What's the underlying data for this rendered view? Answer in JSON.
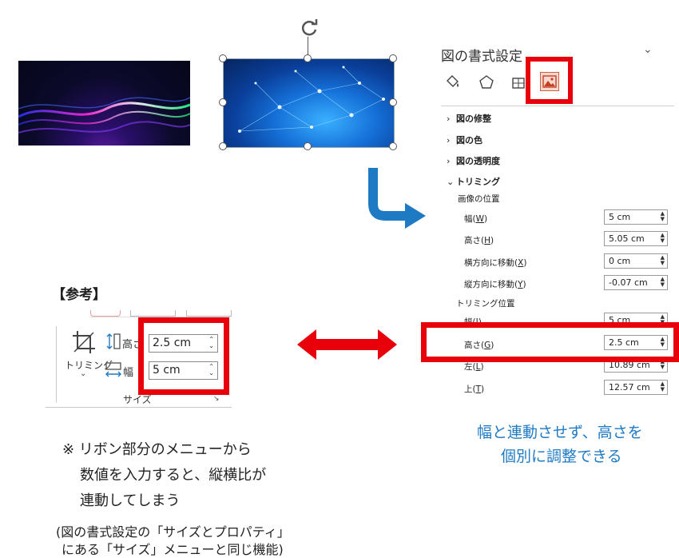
{
  "panel": {
    "title": "図の書式設定",
    "tabs": [
      "fill-line-icon",
      "effects-icon",
      "size-properties-icon",
      "picture-icon"
    ],
    "sections": [
      {
        "label": "図の修整",
        "expanded": false
      },
      {
        "label": "図の色",
        "expanded": false
      },
      {
        "label": "図の透明度",
        "expanded": false
      },
      {
        "label": "トリミング",
        "expanded": true
      }
    ],
    "image_position_label": "画像の位置",
    "image_position": [
      {
        "label": "幅(",
        "key": "W",
        "suffix": ")",
        "value": "5 cm"
      },
      {
        "label": "高さ(",
        "key": "H",
        "suffix": ")",
        "value": "5.05 cm"
      },
      {
        "label": "横方向に移動(",
        "key": "X",
        "suffix": ")",
        "value": "0 cm"
      },
      {
        "label": "縦方向に移動(",
        "key": "Y",
        "suffix": ")",
        "value": "-0.07 cm"
      }
    ],
    "crop_position_label": "トリミング位置",
    "crop_position": [
      {
        "label": "幅(",
        "key": "I",
        "suffix": ")",
        "value": "5 cm"
      },
      {
        "label": "高さ(",
        "key": "G",
        "suffix": ")",
        "value": "2.5 cm"
      },
      {
        "label": "左(",
        "key": "L",
        "suffix": ")",
        "value": "10.89 cm"
      },
      {
        "label": "上(",
        "key": "T",
        "suffix": ")",
        "value": "12.57 cm"
      }
    ]
  },
  "ribbon": {
    "heading": "【参考】",
    "crop_label": "トリミング",
    "height_label": "高さ",
    "height_value": "2.5 cm",
    "width_label": "幅",
    "width_value": "5 cm",
    "group_label": "サイズ"
  },
  "notes": {
    "left_line1": "※ リボン部分のメニューから",
    "left_line2": "数値を入力すると、縦横比が",
    "left_line3": "連動してしまう",
    "bottom_line1": "(図の書式設定の「サイズとプロパティ」",
    "bottom_line2": "にある「サイズ」メニューと同じ機能)",
    "right_line1": "幅と連動させず、高さを",
    "right_line2": "個別に調整できる"
  },
  "colors": {
    "highlight": "#e8000b",
    "arrow_blue": "#1f7ac4",
    "note_blue": "#1f7ac4"
  }
}
